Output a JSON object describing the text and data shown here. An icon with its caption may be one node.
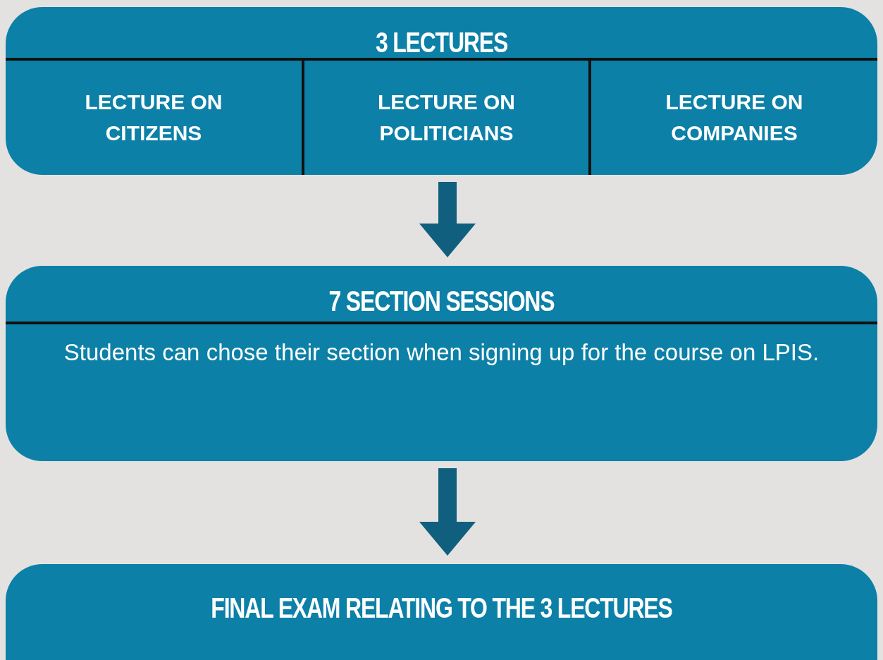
{
  "diagram": {
    "nodes": [
      {
        "text": [
          "3 LECTURES"
        ]
      },
      {
        "text": [
          "LECTURE ON CITIZENS"
        ],
        "in": 0
      },
      {
        "text": [
          "LECTURE ON POLITICIANS"
        ],
        "in": 0
      },
      {
        "text": [
          "LECTURE ON COMPANIES"
        ],
        "in": 0
      },
      {
        "text": [
          "7 SECTION SESSIONS",
          "Students can chose their section when signing up for the course on LPIS."
        ]
      },
      {
        "text": [
          "FINAL EXAM RELATING TO THE 3 LECTURES"
        ]
      }
    ],
    "edges": [
      {
        "from": 0,
        "to": 4,
        "arrow": "to"
      },
      {
        "from": 4,
        "to": 5,
        "arrow": "to"
      }
    ]
  }
}
